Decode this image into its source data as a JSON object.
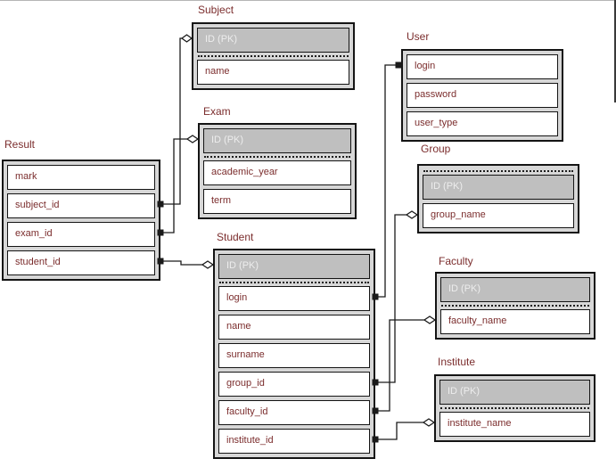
{
  "diagram": {
    "type": "entity-relationship-diagram",
    "entities": [
      {
        "name": "Subject",
        "header": "ID (PK)",
        "rows": [
          "name"
        ]
      },
      {
        "name": "Exam",
        "header": "ID (PK)",
        "rows": [
          "academic_year",
          "term"
        ]
      },
      {
        "name": "User",
        "header": null,
        "rows": [
          "login",
          "password",
          "user_type"
        ]
      },
      {
        "name": "Group",
        "header": "ID (PK)",
        "rows": [
          "group_name"
        ]
      },
      {
        "name": "Result",
        "header": null,
        "rows": [
          "mark",
          "subject_id",
          "exam_id",
          "student_id"
        ]
      },
      {
        "name": "Student",
        "header": "ID (PK)",
        "rows": [
          "login",
          "name",
          "surname",
          "group_id",
          "faculty_id",
          "institute_id"
        ]
      },
      {
        "name": "Faculty",
        "header": "ID (PK)",
        "rows": [
          "faculty_name"
        ]
      },
      {
        "name": "Institute",
        "header": "ID (PK)",
        "rows": [
          "institute_name"
        ]
      }
    ],
    "relationships": [
      {
        "from": "Result.subject_id",
        "to": "Subject.ID (PK)",
        "from_marker": "filled-square",
        "to_marker": "open-diamond"
      },
      {
        "from": "Result.exam_id",
        "to": "Exam.ID (PK)",
        "from_marker": "filled-square",
        "to_marker": "open-diamond"
      },
      {
        "from": "Result.student_id",
        "to": "Student.ID (PK)",
        "from_marker": "filled-square",
        "to_marker": "open-diamond"
      },
      {
        "from": "Student.login",
        "to": "User.login",
        "from_marker": "filled-square",
        "to_marker": "filled-square"
      },
      {
        "from": "Student.group_id",
        "to": "Group.group_name",
        "from_marker": "filled-square",
        "to_marker": "open-diamond"
      },
      {
        "from": "Student.faculty_id",
        "to": "Faculty.faculty_name",
        "from_marker": "filled-square",
        "to_marker": "open-diamond"
      },
      {
        "from": "Student.institute_id",
        "to": "Institute.institute_name",
        "from_marker": "filled-square",
        "to_marker": "open-diamond"
      }
    ],
    "colors": {
      "entity_fill": "#d7d7d7",
      "entity_border": "#141414",
      "row_fill": "#ffffff",
      "row_text": "#7b2d2d",
      "pk_header_fill": "#bfbfbf",
      "pk_header_text": "#ededed",
      "title_text": "#7b2d2d",
      "connector": "#1a1a1a",
      "background": "#ffffff"
    }
  }
}
